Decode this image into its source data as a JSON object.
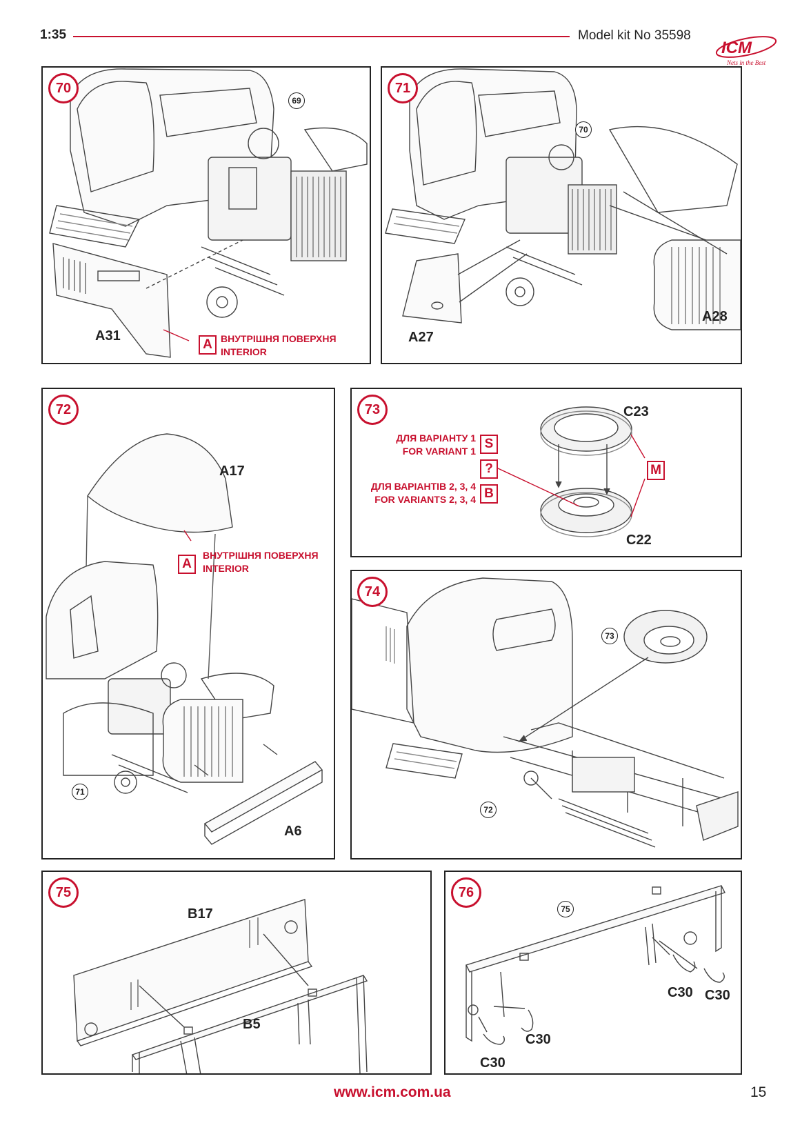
{
  "header": {
    "scale": "1:35",
    "kit_number": "Model kit No 35598",
    "brand_logo": "ICM",
    "brand_tagline": "Nets in the Best"
  },
  "colors": {
    "accent": "#c8102e",
    "ink": "#222222"
  },
  "steps": {
    "s70": {
      "number": "70",
      "ref": "69",
      "parts": [
        "A31"
      ],
      "note_box": "A",
      "note_ua": "ВНУТРІШНЯ ПОВЕРХНЯ",
      "note_en": "INTERIOR"
    },
    "s71": {
      "number": "71",
      "ref": "70",
      "parts": [
        "A27",
        "A28"
      ]
    },
    "s72": {
      "number": "72",
      "ref": "71",
      "parts": [
        "A17",
        "A6"
      ],
      "note_box": "A",
      "note_ua": "ВНУТРІШНЯ ПОВЕРХНЯ",
      "note_en": "INTERIOR"
    },
    "s73": {
      "number": "73",
      "parts": [
        "C23",
        "C22"
      ],
      "variant1_ua": "ДЛЯ ВАРІАНТУ 1",
      "variant1_en": "FOR VARIANT 1",
      "variant1_box": "S",
      "variant_unknown_box": "?",
      "variants234_ua": "ДЛЯ ВАРІАНТІВ 2, 3, 4",
      "variants234_en": "FOR VARIANTS 2, 3, 4",
      "variants234_box": "B",
      "tire_box": "M"
    },
    "s74": {
      "number": "74",
      "refs": [
        "73",
        "72"
      ]
    },
    "s75": {
      "number": "75",
      "parts": [
        "B17",
        "B5"
      ]
    },
    "s76": {
      "number": "76",
      "ref": "75",
      "parts": [
        "C30",
        "C30",
        "C30",
        "C30"
      ]
    }
  },
  "footer": {
    "url": "www.icm.com.ua",
    "page": "15"
  }
}
